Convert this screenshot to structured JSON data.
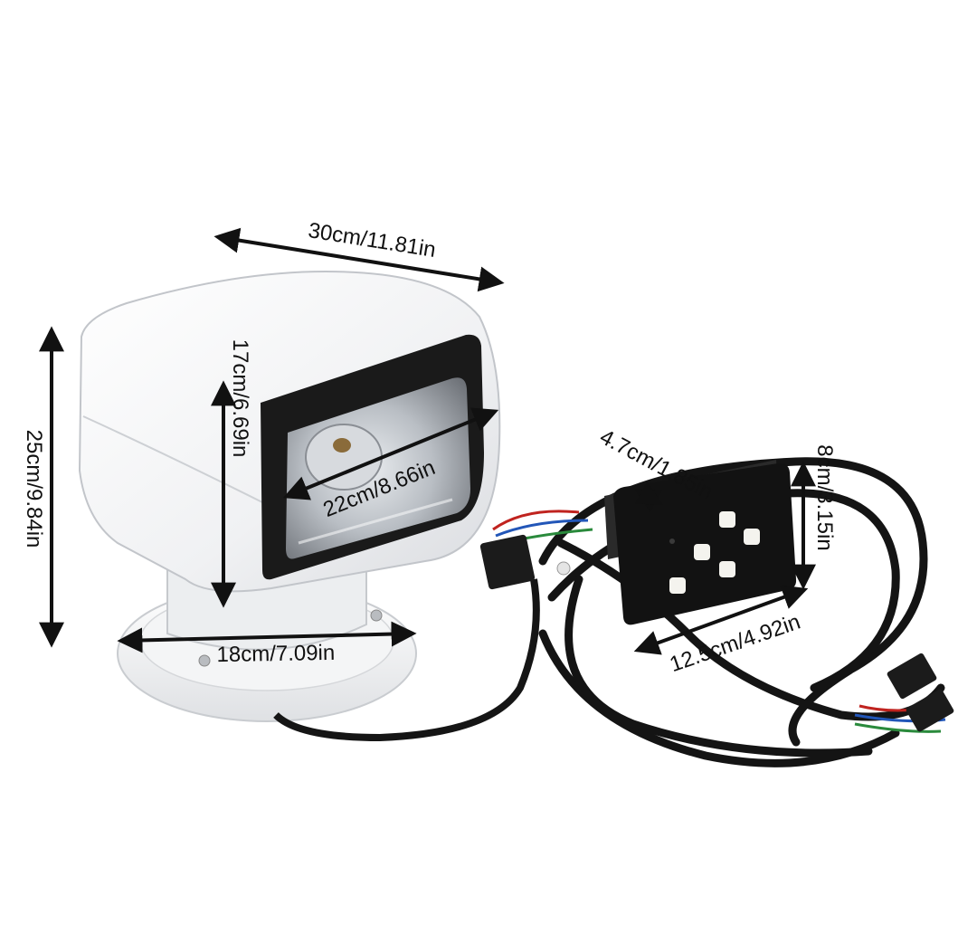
{
  "dimensions": {
    "overall_width": "30cm/11.81in",
    "overall_height": "25cm/9.84in",
    "lamp_height": "17cm/6.69in",
    "lens_width": "22cm/8.66in",
    "base_width": "18cm/7.09in",
    "panel_depth": "4.7cm/1.85in",
    "panel_height": "8cm/3.15in",
    "panel_width": "12.5cm/4.92in"
  }
}
